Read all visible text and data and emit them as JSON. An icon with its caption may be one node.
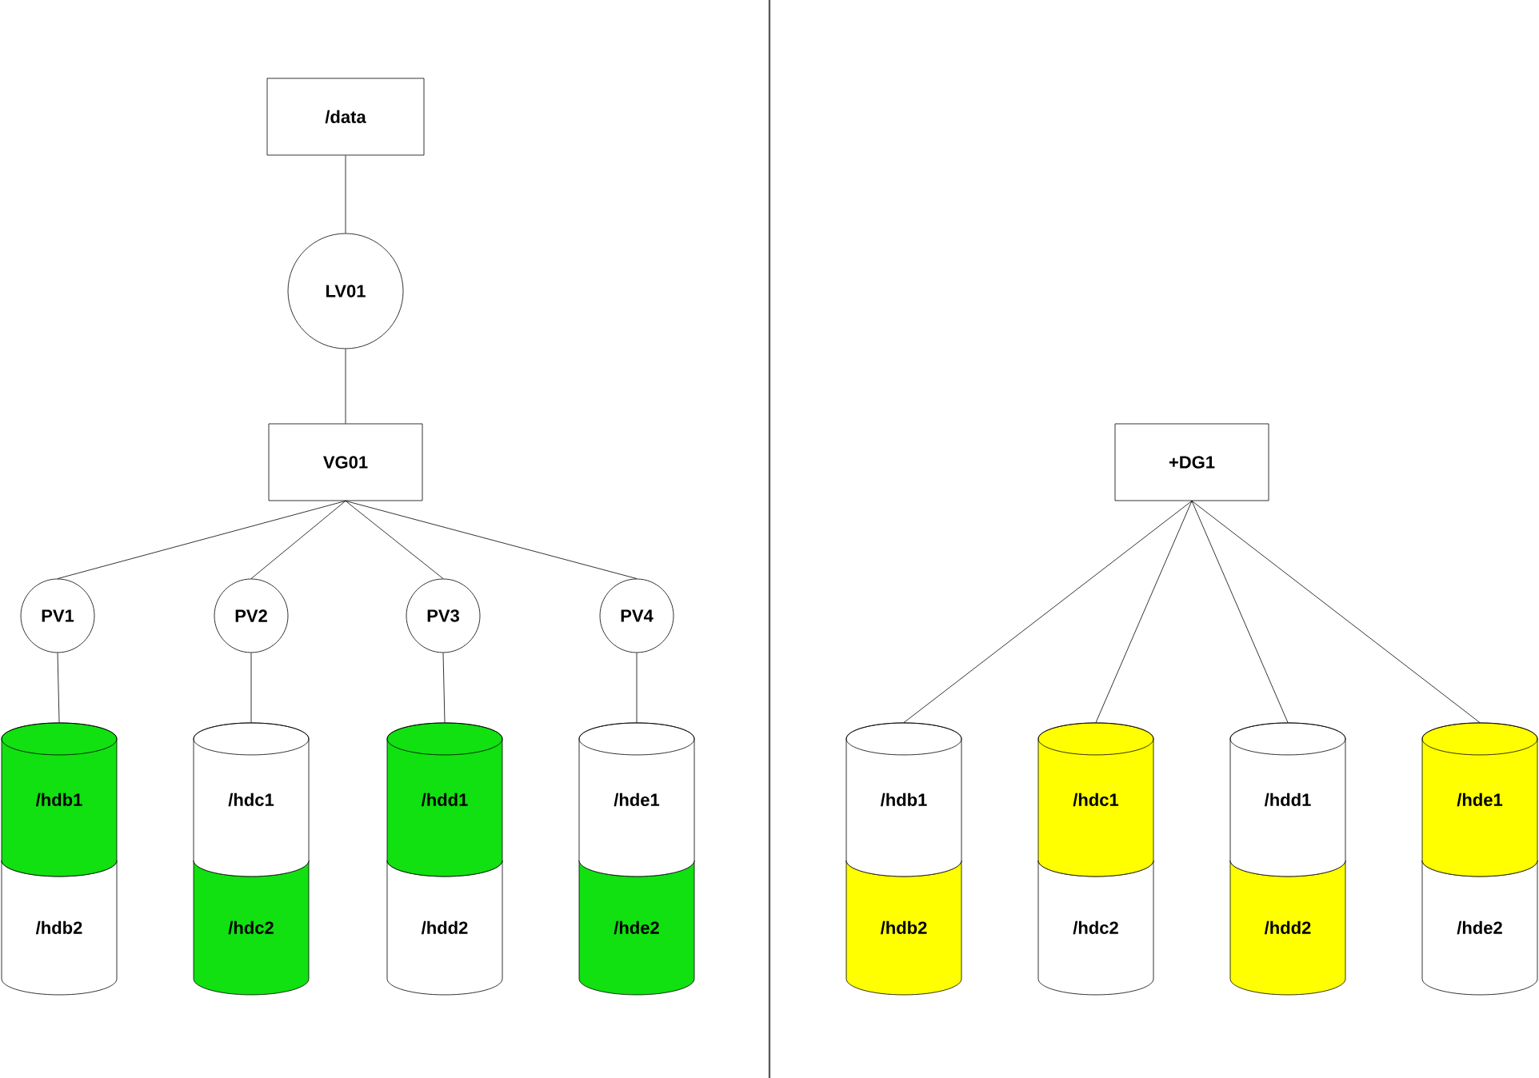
{
  "diagram": {
    "nodes": [
      {
        "text": [
          "/data"
        ]
      },
      {
        "text": [
          "LV01"
        ]
      },
      {
        "text": [
          "VG01"
        ]
      },
      {
        "text": [
          "PV1"
        ]
      },
      {
        "text": [
          "PV2"
        ]
      },
      {
        "text": [
          "PV3"
        ]
      },
      {
        "text": [
          "PV4"
        ]
      },
      {
        "text": [
          "/hdb1",
          "/hdb2"
        ]
      },
      {
        "text": [
          "/hdc1",
          "/hdc2"
        ]
      },
      {
        "text": [
          "/hdd1",
          "/hdd2"
        ]
      },
      {
        "text": [
          "/hde1",
          "/hde2"
        ]
      },
      {
        "text": [
          "+DG1"
        ]
      },
      {
        "text": [
          "/hdb1",
          "/hdb2"
        ]
      },
      {
        "text": [
          "/hdc1",
          "/hdc2"
        ]
      },
      {
        "text": [
          "/hdd1",
          "/hdd2"
        ]
      },
      {
        "text": [
          "/hde1",
          "/hde2"
        ]
      }
    ],
    "edges": [
      {
        "from": 0,
        "to": 1,
        "arrow": "none"
      },
      {
        "from": 1,
        "to": 2,
        "arrow": "none"
      },
      {
        "from": 2,
        "to": 3,
        "arrow": "none"
      },
      {
        "from": 2,
        "to": 4,
        "arrow": "none"
      },
      {
        "from": 2,
        "to": 5,
        "arrow": "none"
      },
      {
        "from": 2,
        "to": 6,
        "arrow": "none"
      },
      {
        "from": 3,
        "to": 7,
        "arrow": "none"
      },
      {
        "from": 4,
        "to": 8,
        "arrow": "none"
      },
      {
        "from": 5,
        "to": 9,
        "arrow": "none"
      },
      {
        "from": 6,
        "to": 10,
        "arrow": "none"
      },
      {
        "from": 11,
        "to": 12,
        "arrow": "none"
      },
      {
        "from": 11,
        "to": 13,
        "arrow": "none"
      },
      {
        "from": 11,
        "to": 14,
        "arrow": "none"
      },
      {
        "from": 11,
        "to": 15,
        "arrow": "none"
      }
    ]
  }
}
